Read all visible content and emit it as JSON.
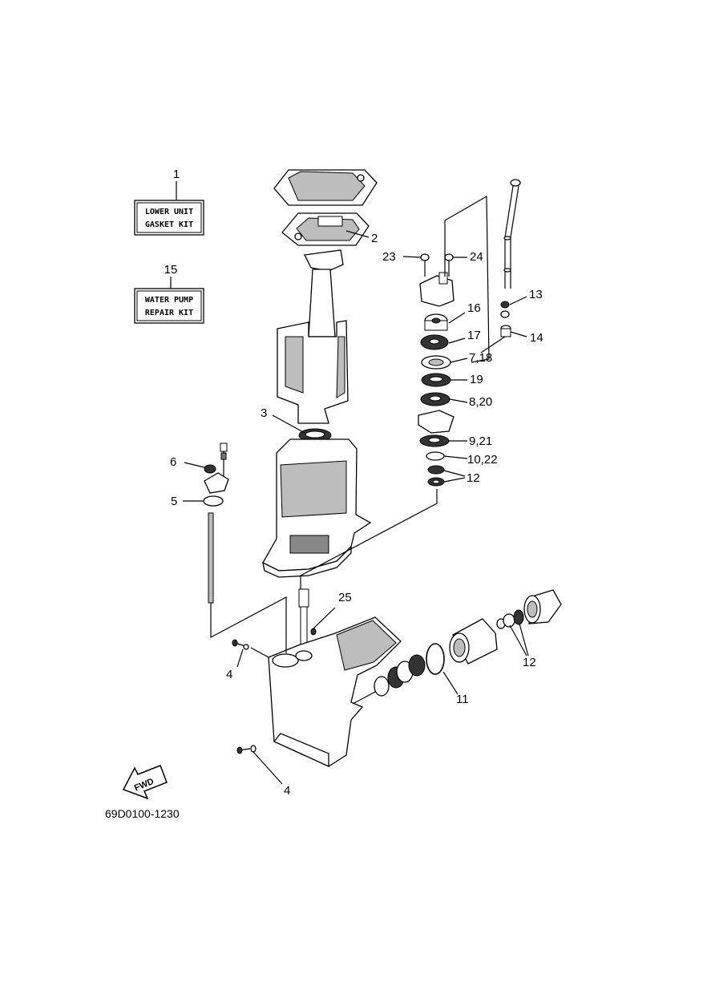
{
  "kits": [
    {
      "number": "1",
      "line1": "LOWER UNIT",
      "line2": "GASKET KIT"
    },
    {
      "number": "15",
      "line1": "WATER PUMP",
      "line2": "REPAIR KIT"
    }
  ],
  "callouts": {
    "c2": "2",
    "c3": "3",
    "c4a": "4",
    "c4b": "4",
    "c5": "5",
    "c6": "6",
    "c7_18": "7,18",
    "c8_20": "8,20",
    "c9_21": "9,21",
    "c10_22": "10,22",
    "c11": "11",
    "c12a": "12",
    "c12b": "12",
    "c13": "13",
    "c14": "14",
    "c16": "16",
    "c17": "17",
    "c19": "19",
    "c23": "23",
    "c24": "24",
    "c25": "25"
  },
  "direction_label": "FWD",
  "diagram_code": "69D0100-1230"
}
